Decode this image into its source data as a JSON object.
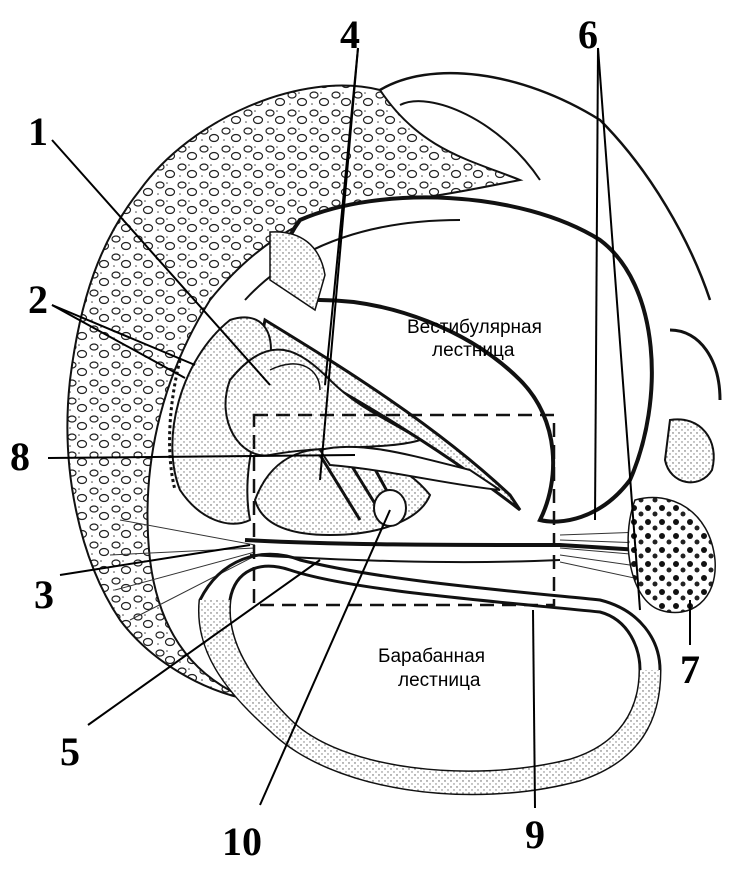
{
  "regions": {
    "vestibular_line1": "Вестибулярная",
    "vestibular_line2": "лестница",
    "tympanic_line1": "Барабанная",
    "tympanic_line2": "лестница"
  },
  "labels": {
    "l1": "1",
    "l2": "2",
    "l3": "3",
    "l4": "4",
    "l5": "5",
    "l6": "6",
    "l7": "7",
    "l8": "8",
    "l9": "9",
    "l10": "10"
  },
  "colors": {
    "ink": "#000000",
    "stipple": "#555555",
    "paper": "#ffffff"
  }
}
